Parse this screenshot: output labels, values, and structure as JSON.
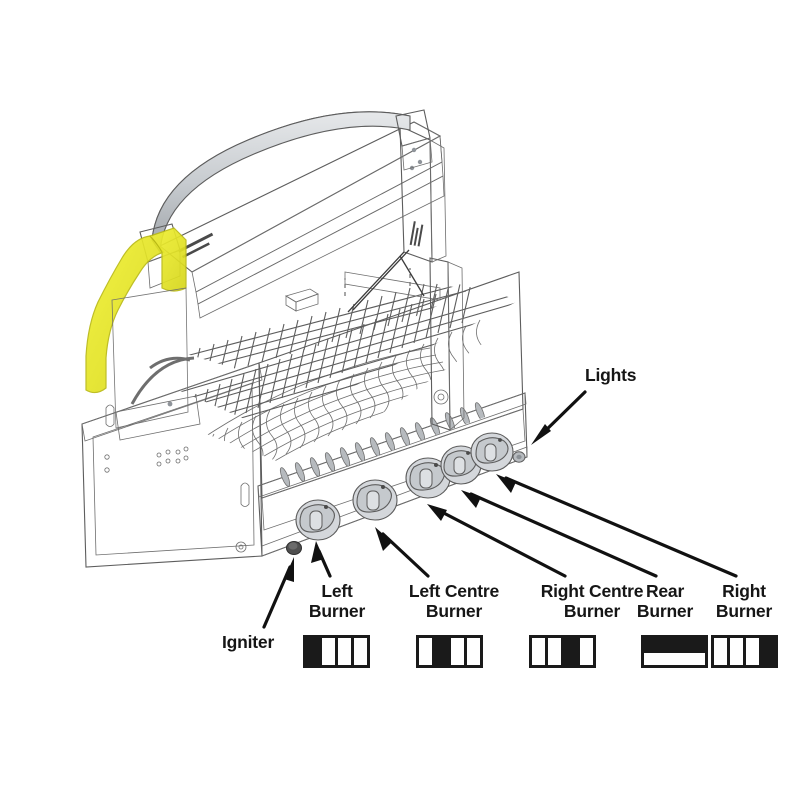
{
  "diagram": {
    "title": "Gas Grill Control Panel Parts Identification",
    "subject": "built-in gas barbecue grill, lid open, isometric view",
    "background_color": "#ffffff",
    "highlight_color": "#e8e82a",
    "line_color": "#5d5d5d",
    "body_color": "#b9bcc0",
    "label_color": "#161616"
  },
  "callouts": [
    {
      "id": "lights",
      "label": "Lights",
      "lines": [
        "Lights"
      ],
      "points_to": "knob-bezel-light-button"
    },
    {
      "id": "igniter",
      "label": "Igniter",
      "lines": [
        "Igniter"
      ],
      "points_to": "igniter-button"
    },
    {
      "id": "left",
      "label": "Left Burner",
      "lines": [
        "Left",
        "Burner"
      ],
      "points_to": "knob-1"
    },
    {
      "id": "left-centre",
      "label": "Left Centre Burner",
      "lines": [
        "Left Centre",
        "Burner"
      ],
      "points_to": "knob-2"
    },
    {
      "id": "right-centre",
      "label": "Right Centre Burner",
      "lines": [
        "Right Centre",
        "Burner"
      ],
      "points_to": "knob-3"
    },
    {
      "id": "rear",
      "label": "Rear Burner",
      "lines": [
        "Rear",
        "Burner"
      ],
      "points_to": "knob-4"
    },
    {
      "id": "right",
      "label": "Right Burner",
      "lines": [
        "Right",
        "Burner"
      ],
      "points_to": "knob-5"
    }
  ],
  "burner_icons": [
    {
      "id": "left",
      "for": "Left Burner",
      "orientation": "vertical-bars",
      "segments": 4,
      "filled": [
        0
      ]
    },
    {
      "id": "left-centre",
      "for": "Left Centre Burner",
      "orientation": "vertical-bars",
      "segments": 4,
      "filled": [
        1
      ]
    },
    {
      "id": "right-centre",
      "for": "Right Centre Burner",
      "orientation": "vertical-bars",
      "segments": 4,
      "filled": [
        2
      ]
    },
    {
      "id": "rear",
      "for": "Rear Burner",
      "orientation": "horizontal-bars",
      "segments": 2,
      "filled": [
        0
      ]
    },
    {
      "id": "right",
      "for": "Right Burner",
      "orientation": "vertical-bars",
      "segments": 4,
      "filled": [
        3
      ]
    }
  ],
  "grill_parts": {
    "lid_handle": "lid-handle",
    "lid": "grill-lid-open",
    "warming_rack": "warming-rack",
    "cooking_grids": "cooking-grids",
    "sear_plates": "sear-plates",
    "control_panel": "control-panel",
    "side_shelf_bracket_highlighted": "side-shelf-bracket",
    "knob_count": 5,
    "igniter_button": "igniter-button",
    "light_button": "light-button",
    "vent_louvers": "vent-louvers"
  }
}
